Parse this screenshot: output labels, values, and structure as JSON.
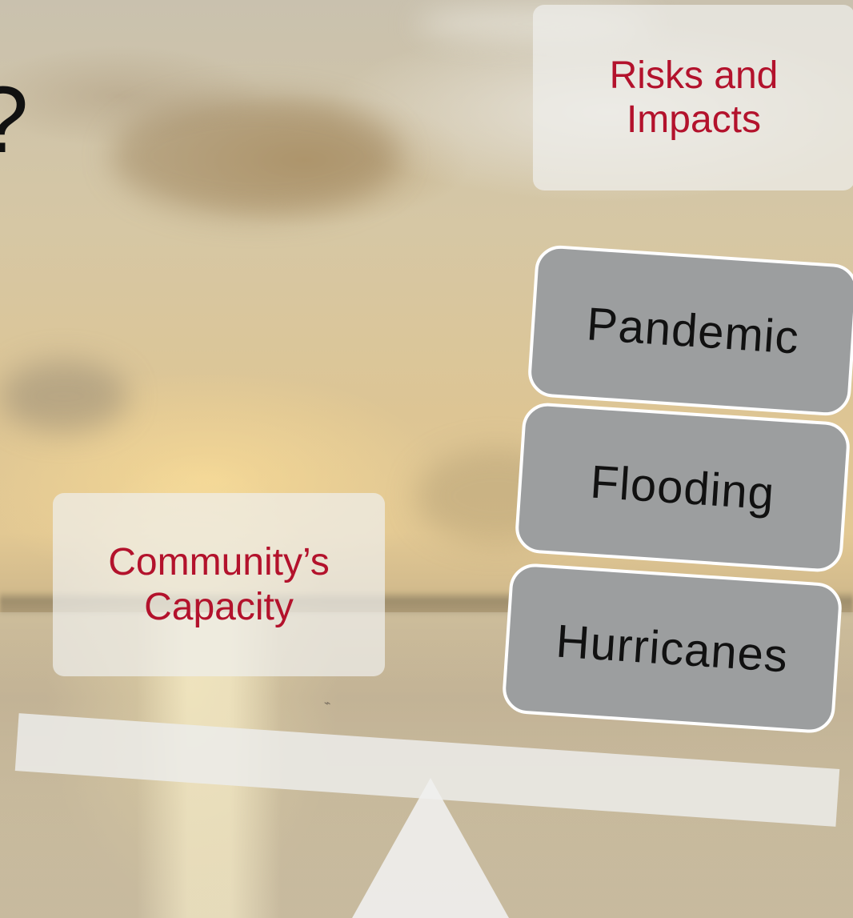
{
  "headline_fragment": "?",
  "risks_box": {
    "label": "Risks and Impacts"
  },
  "community_box": {
    "label": "Community’s Capacity"
  },
  "hazards": [
    {
      "label": "Pandemic"
    },
    {
      "label": "Flooding"
    },
    {
      "label": "Hurricanes"
    }
  ],
  "colors": {
    "label_text": "#b3122c",
    "hazard_fill": "#9c9e9f",
    "hazard_border": "#ffffff",
    "beam": "#ecebe9",
    "fulcrum": "#f0f0ee"
  }
}
